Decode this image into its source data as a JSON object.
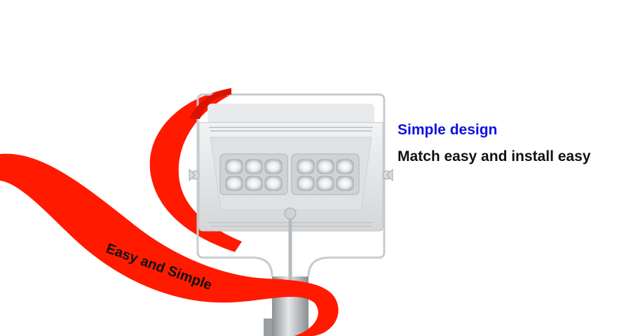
{
  "ribbon": {
    "label": "Easy and Simple",
    "color": "#ff1a00"
  },
  "feature": {
    "title": "Simple design",
    "title_color": "#1010e0",
    "description": "Match easy and install easy"
  },
  "product": {
    "name_icon": "led-flood-light-icon",
    "led_count": 12
  }
}
